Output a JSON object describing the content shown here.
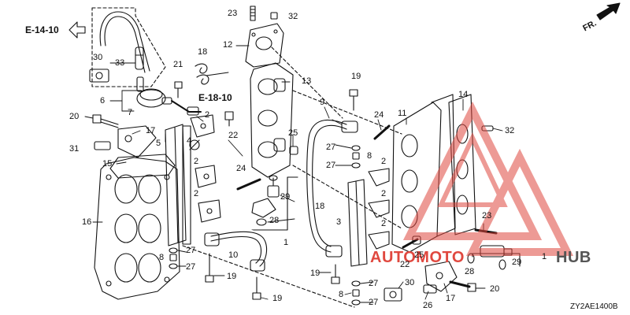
{
  "refs": {
    "e1410": "E-14-10",
    "e1810": "E-18-10",
    "front": "FR."
  },
  "diagram_code": "ZY2AE1400B",
  "watermark": {
    "part1": "AUTOMOTO",
    "part2": "HUB",
    "color_red": "#e0483f",
    "color_gray": "#555555"
  },
  "callouts": {
    "c23a": "23",
    "c32a": "32",
    "c12": "12",
    "c18a": "18",
    "c30a": "30",
    "c33": "33",
    "c21": "21",
    "c13": "13",
    "c6": "6",
    "c7": "7",
    "c20a": "20",
    "c17a": "17",
    "c2a": "2",
    "c4": "4",
    "c22a": "22",
    "c31": "31",
    "c5": "5",
    "c15": "15",
    "c2b": "2",
    "c2c": "2",
    "c24a": "24",
    "c25a": "25",
    "c19a": "19",
    "c9": "9",
    "c24b": "24",
    "c11": "11",
    "c14": "14",
    "c32b": "32",
    "c27a": "27",
    "c8a": "8",
    "c27b": "27",
    "c29a": "29",
    "c18b": "18",
    "c28a": "28",
    "c16": "16",
    "c1a": "1",
    "c3": "3",
    "c2d": "2",
    "c2e": "2",
    "c2f": "2",
    "c23b": "23",
    "c27c": "27",
    "c8b": "8",
    "c27d": "27",
    "c10": "10",
    "c19b": "19",
    "c19c": "19",
    "c22b": "22",
    "c25b": "25",
    "c19d": "19",
    "c27e": "27",
    "c30b": "30",
    "c8c": "8",
    "c27f": "27",
    "c26": "26",
    "c17b": "17",
    "c20b": "20",
    "c28b": "28",
    "c29b": "29",
    "c1b": "1"
  }
}
